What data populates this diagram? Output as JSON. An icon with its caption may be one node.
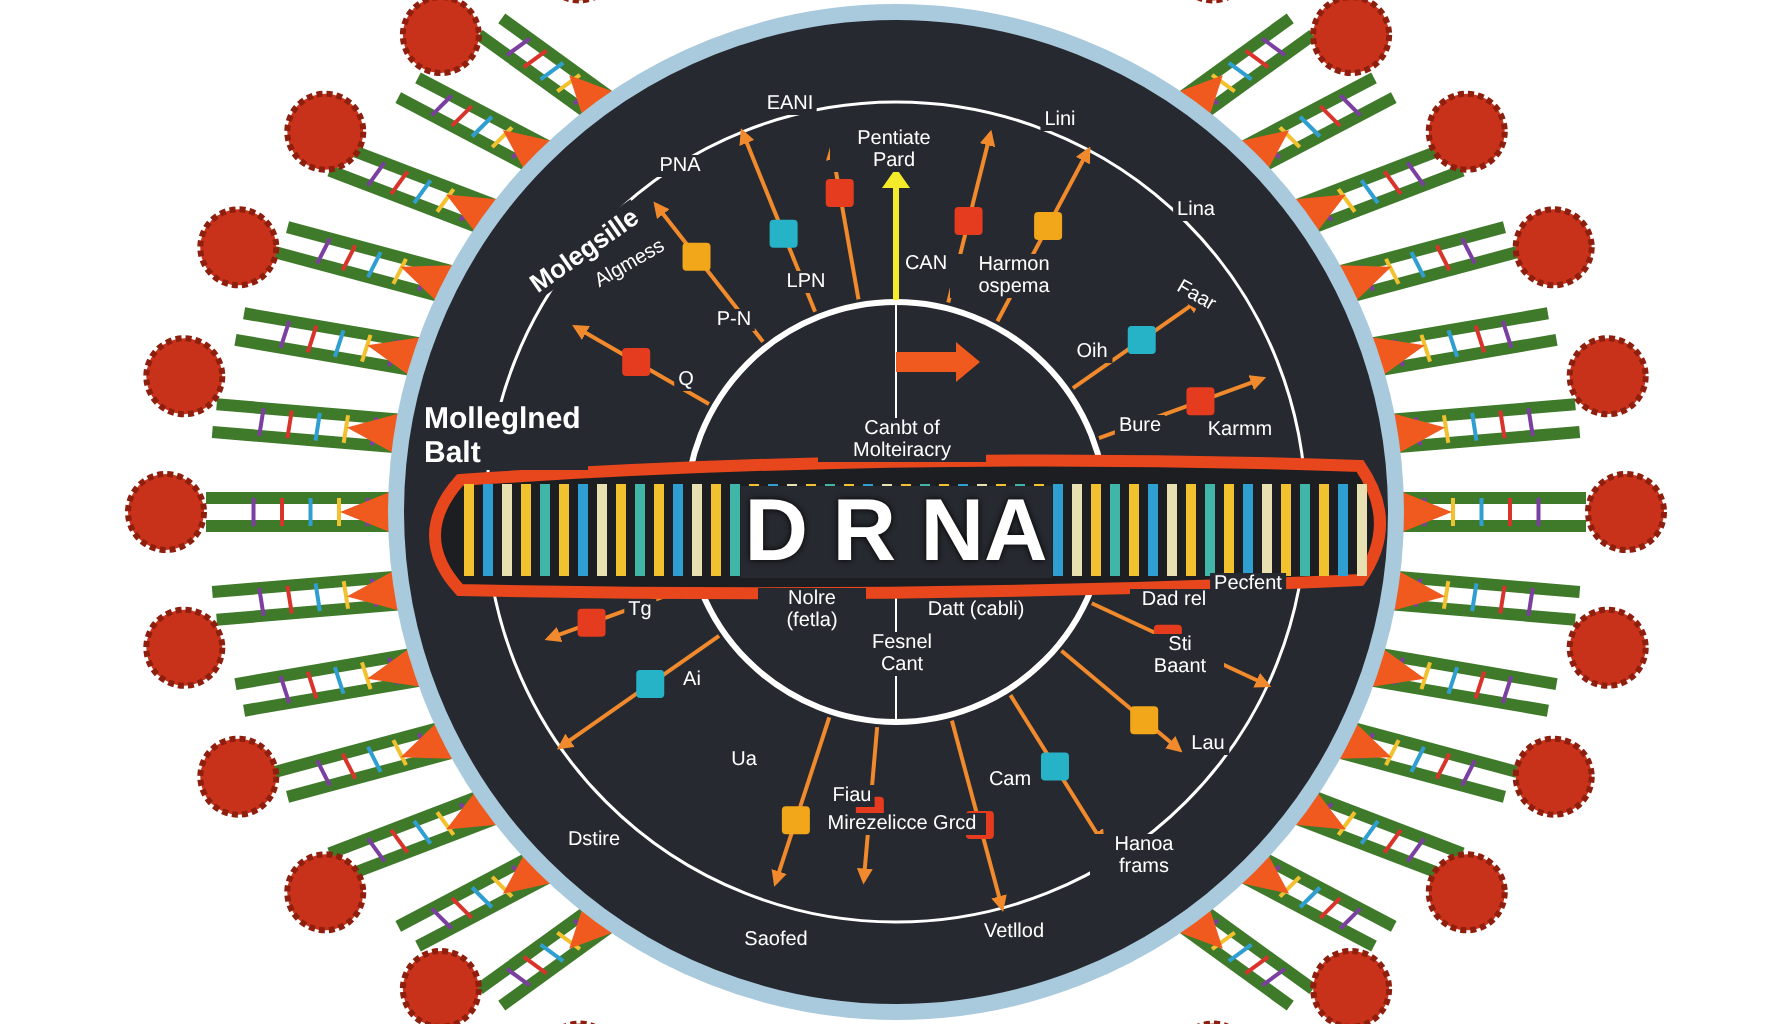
{
  "diagram": {
    "labels": [
      "EANI",
      "Lini",
      "PNA",
      "Pentiate Pard",
      "Molegsille",
      "Lina",
      "Algmess",
      "CAN",
      "LPN",
      "Harmon ospema",
      "Faar",
      "P-N",
      "Q",
      "Oih",
      "Molleglned Balt",
      "Canbt of Molteiracry",
      "Bure",
      "Karmm",
      "D R NA",
      "Pecfent",
      "Tg",
      "Nolre (fetla)",
      "Datt (cabli)",
      "Dad rel",
      "Fesnel Cant",
      "Ai",
      "Sti Baant",
      "Ua",
      "Fiau",
      "Mirezelicce Grcd",
      "Cam",
      "Lau",
      "Dstire",
      "Hanoa frams",
      "Saofed",
      "Vetllod"
    ]
  }
}
